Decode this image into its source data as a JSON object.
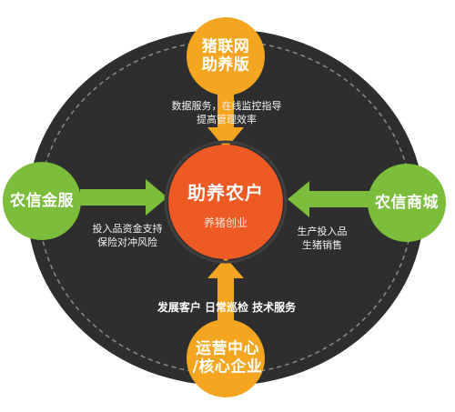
{
  "diagram": {
    "center": {
      "title": "助养农户",
      "subtitle": "养猪创业"
    },
    "nodes": {
      "top": {
        "line1": "猪联网",
        "line2": "助养版"
      },
      "left": {
        "label": "农信金服"
      },
      "right": {
        "label": "农信商城"
      },
      "bottom": {
        "line1": "运营中心",
        "line2": "/核心企业"
      }
    },
    "edge_labels": {
      "top": {
        "line1": "数据服务，在线监控指导",
        "line2": "提高管理效率"
      },
      "left": {
        "line1": "投入品资金支持",
        "line2": "保险对冲风险"
      },
      "right": {
        "line1": "生产投入品",
        "line2": "生猪销售"
      },
      "bottom": {
        "text": "发展客户  日常巡检  技术服务"
      }
    },
    "colors": {
      "background": "#ffffff",
      "ring": "#2e2e2e",
      "ring_dash": "#8a8a8a",
      "center": "#ee5a24",
      "orange_node": "#f4a620",
      "green_node": "#7cbd3c",
      "orange_arrow": "#f4a620",
      "green_arrow": "#7cbd3c"
    }
  }
}
